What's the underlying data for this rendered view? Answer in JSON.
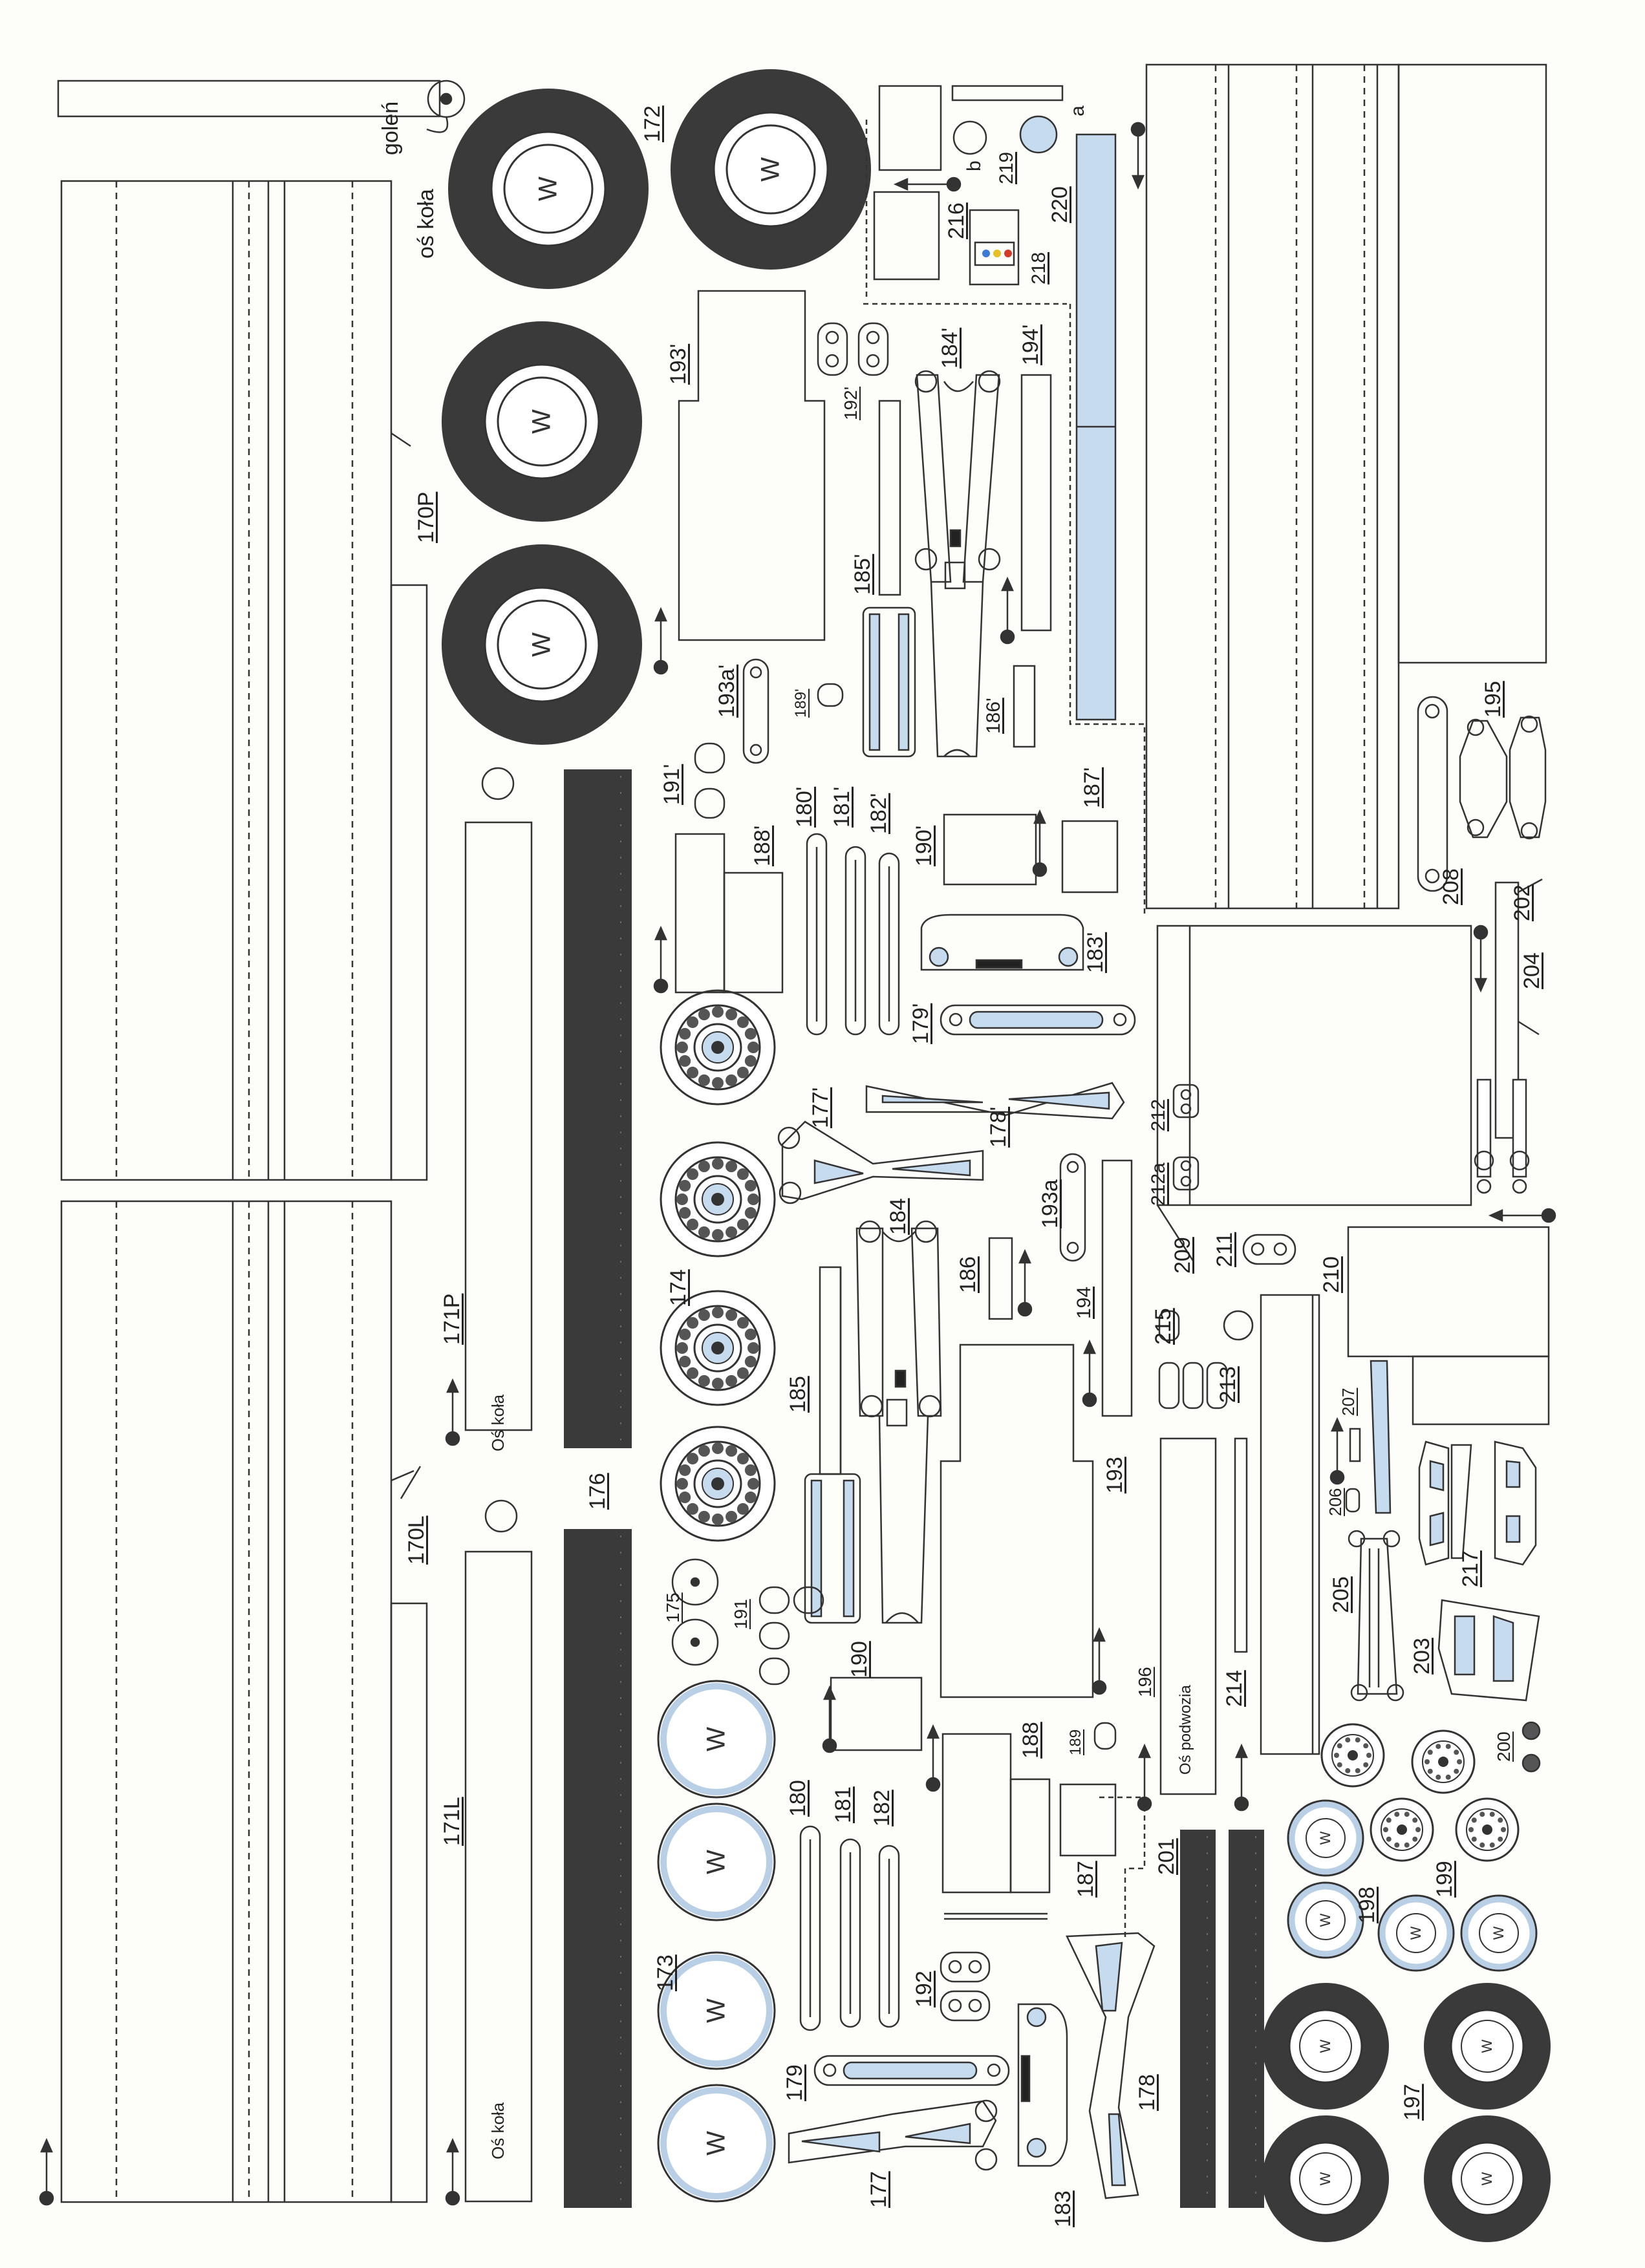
{
  "sheet": {
    "background": "#fdfdf9",
    "line_color": "#333333",
    "dark_part_color": "#3a3a3a",
    "blue_part_color": "#c7dbef"
  },
  "labels": {
    "golen": "goleń",
    "os_kola_top": "oś koła",
    "p172": "172",
    "p170P": "170P",
    "p171P": "171P",
    "p170L": "170L",
    "p171L": "171L",
    "os_kola_171P": "Oś koła",
    "os_kola_171L": "Oś koła",
    "p176": "176",
    "p174": "174",
    "p175": "175",
    "p173": "173",
    "p193p": "193'",
    "p192p": "192'",
    "p184p": "184'",
    "p194p": "194'",
    "p185p": "185'",
    "p186p": "186'",
    "p193ap": "193a'",
    "p189p": "189'",
    "p191p": "191'",
    "p180p": "180'",
    "p181p": "181'",
    "p182p": "182'",
    "p188p": "188'",
    "p190p": "190'",
    "p187p": "187'",
    "p183p": "183'",
    "p179p": "179'",
    "p177p": "177'",
    "p178p": "178'",
    "p184": "184",
    "p193a": "193a",
    "p186": "186",
    "p194": "194",
    "p185": "185",
    "p193": "193",
    "p191": "191",
    "p190": "190",
    "p188": "188",
    "p189": "189",
    "p187": "187",
    "p180": "180",
    "p181": "181",
    "p182": "182",
    "p192": "192",
    "p179": "179",
    "p177": "177",
    "p183": "183",
    "p178": "178",
    "p216": "216",
    "p218": "218",
    "p219": "219",
    "p220": "220",
    "pb": "b",
    "pa": "a",
    "p195": "195",
    "p208": "208",
    "p202": "202",
    "p204": "204",
    "p212": "212",
    "p212a": "212a",
    "p209": "209",
    "p211": "211",
    "p210": "210",
    "p215": "215",
    "p213": "213",
    "p207": "207",
    "p206": "206",
    "p205": "205",
    "p217": "217",
    "p203": "203",
    "p196": "196",
    "os_podwozia": "Oś podwozia",
    "p214": "214",
    "p200": "200",
    "p201": "201",
    "p198": "198",
    "p199": "199",
    "p197": "197",
    "w": "W"
  }
}
